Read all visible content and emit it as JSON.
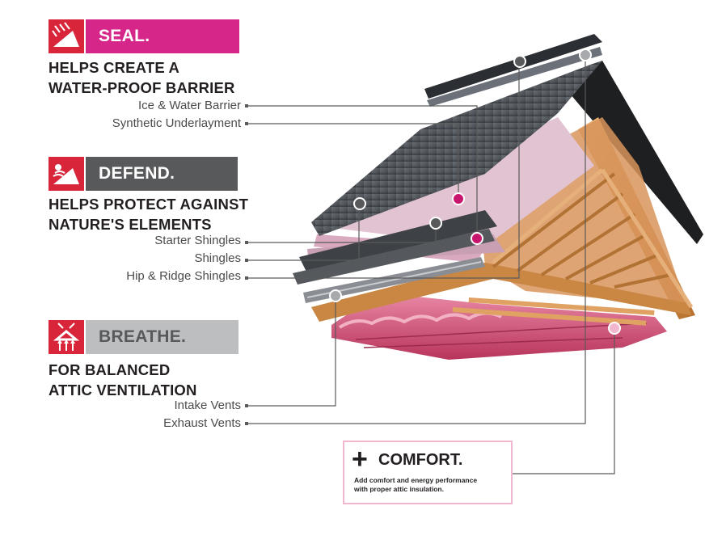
{
  "sections": {
    "seal": {
      "label": "SEAL.",
      "color": "#d7268a",
      "headline": "HELPS CREATE A\nWATER-PROOF BARRIER",
      "icon": "water-barrier-icon",
      "items": [
        "Ice & Water Barrier",
        "Synthetic Underlayment"
      ]
    },
    "defend": {
      "label": "DEFEND.",
      "color": "#58595b",
      "headline": "HELPS PROTECT AGAINST\nNATURE'S ELEMENTS",
      "icon": "storm-shield-icon",
      "items": [
        "Starter Shingles",
        "Shingles",
        "Hip & Ridge Shingles"
      ]
    },
    "breathe": {
      "label": "BREATHE.",
      "color": "#bcbec0",
      "label_color": "#58595b",
      "headline": "FOR BALANCED\nATTIC VENTILATION",
      "icon": "airflow-icon",
      "items": [
        "Intake Vents",
        "Exhaust Vents"
      ]
    }
  },
  "comfort": {
    "plus": "+",
    "title": "COMFORT.",
    "description": "Add comfort and energy performance\nwith proper attic insulation.",
    "border_color": "#f2b6cf"
  },
  "colors": {
    "accent_red": "#d8253a",
    "seal_marker": "#c8166f",
    "insulation_pink": "#d9527a",
    "wood": "#d9984e",
    "shingle_dark": "#4b4f55"
  }
}
